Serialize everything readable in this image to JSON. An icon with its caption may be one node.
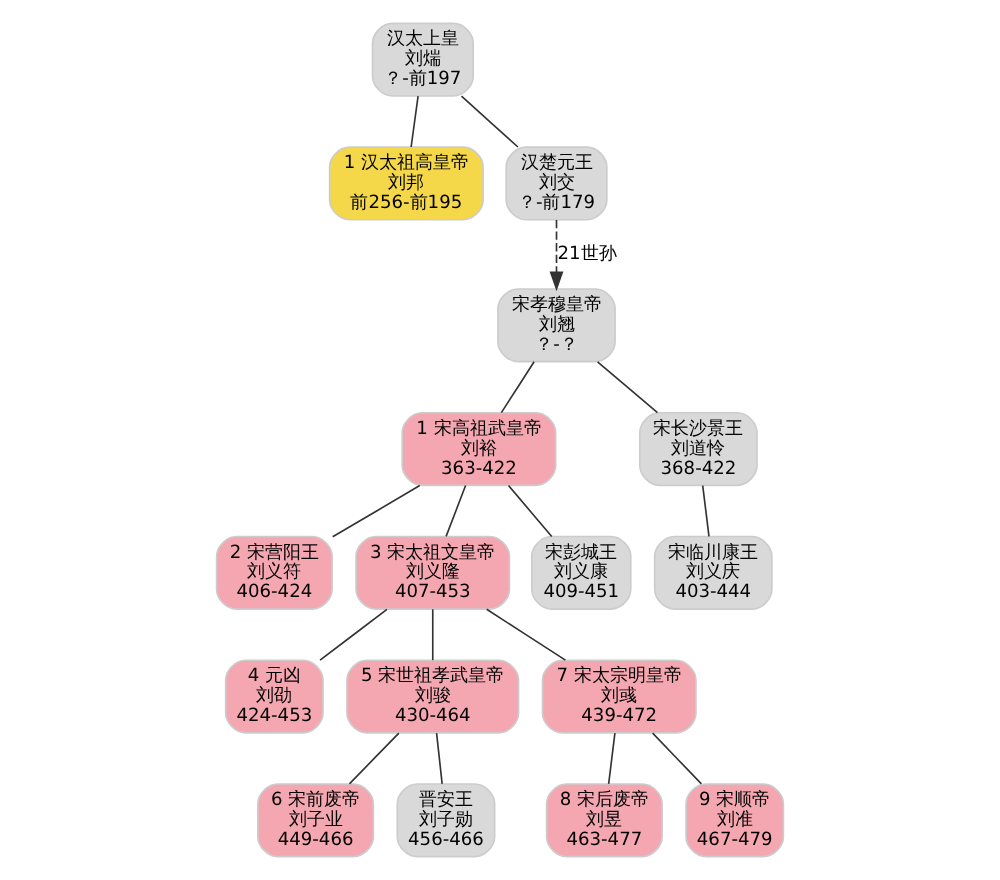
{
  "diagram": {
    "nodes": [
      {
        "text": [
          "汉太上皇",
          "刘煓",
          "？-前197"
        ]
      },
      {
        "text": [
          "1 汉太祖高皇帝",
          "刘邦",
          "前256-前195"
        ]
      },
      {
        "text": [
          "汉楚元王",
          "刘交",
          "？-前179"
        ]
      },
      {
        "text": [
          "宋孝穆皇帝",
          "刘翘",
          "？-？"
        ]
      },
      {
        "text": [
          "1 宋高祖武皇帝",
          "刘裕",
          "363-422"
        ]
      },
      {
        "text": [
          "宋长沙景王",
          "刘道怜",
          "368-422"
        ]
      },
      {
        "text": [
          "2 宋营阳王",
          "刘义符",
          "406-424"
        ]
      },
      {
        "text": [
          "3 宋太祖文皇帝",
          "刘义隆",
          "407-453"
        ]
      },
      {
        "text": [
          "宋彭城王",
          "刘义康",
          "409-451"
        ]
      },
      {
        "text": [
          "宋临川康王",
          "刘义庆",
          "403-444"
        ]
      },
      {
        "text": [
          "4 元凶",
          "刘劭",
          "424-453"
        ]
      },
      {
        "text": [
          "5 宋世祖孝武皇帝",
          "刘骏",
          "430-464"
        ]
      },
      {
        "text": [
          "7 宋太宗明皇帝",
          "刘彧",
          "439-472"
        ]
      },
      {
        "text": [
          "6 宋前废帝",
          "刘子业",
          "449-466"
        ]
      },
      {
        "text": [
          "晋安王",
          "刘子勋",
          "456-466"
        ]
      },
      {
        "text": [
          "8 宋后废帝",
          "刘昱",
          "463-477"
        ]
      },
      {
        "text": [
          "9 宋顺帝",
          "刘准",
          "467-479"
        ]
      }
    ],
    "edges": [
      {
        "from": 0,
        "to": 1,
        "arrow": "none"
      },
      {
        "from": 0,
        "to": 2,
        "arrow": "none"
      },
      {
        "from": 2,
        "to": 3,
        "arrow": "to",
        "style": "dashed",
        "label": "21世孙"
      },
      {
        "from": 3,
        "to": 4,
        "arrow": "none"
      },
      {
        "from": 3,
        "to": 5,
        "arrow": "none"
      },
      {
        "from": 4,
        "to": 6,
        "arrow": "none"
      },
      {
        "from": 4,
        "to": 7,
        "arrow": "none"
      },
      {
        "from": 4,
        "to": 8,
        "arrow": "none"
      },
      {
        "from": 5,
        "to": 9,
        "arrow": "none"
      },
      {
        "from": 7,
        "to": 10,
        "arrow": "none"
      },
      {
        "from": 7,
        "to": 11,
        "arrow": "none"
      },
      {
        "from": 7,
        "to": 12,
        "arrow": "none"
      },
      {
        "from": 11,
        "to": 13,
        "arrow": "none"
      },
      {
        "from": 11,
        "to": 14,
        "arrow": "none"
      },
      {
        "from": 12,
        "to": 15,
        "arrow": "none"
      },
      {
        "from": 12,
        "to": 16,
        "arrow": "none"
      }
    ]
  }
}
